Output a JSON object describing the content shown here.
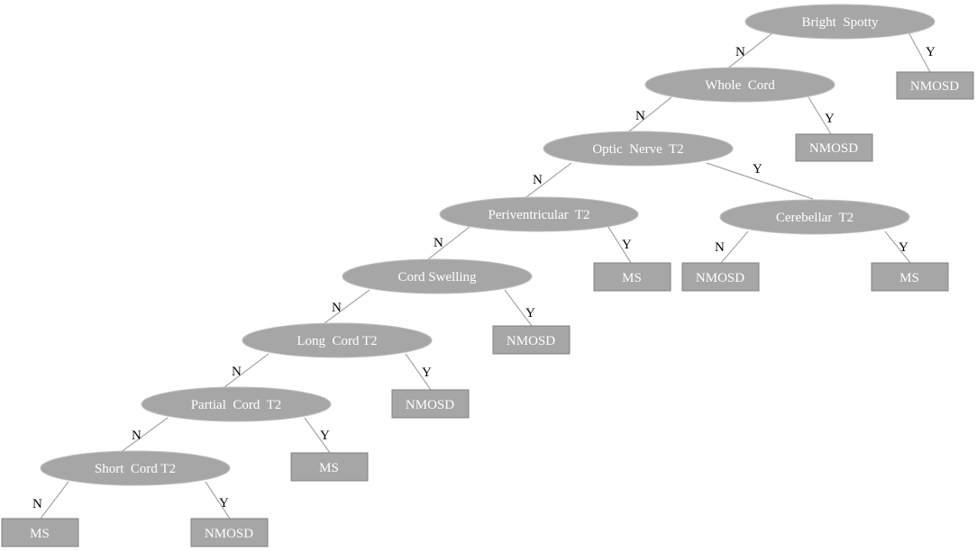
{
  "decision_nodes": {
    "bright_spotty": "Bright  Spotty",
    "whole_cord": "Whole  Cord",
    "optic_nerve_t2": "Optic  Nerve  T2",
    "periventricular_t2": "Periventricular  T2",
    "cerebellar_t2": "Cerebellar  T2",
    "cord_swelling": "Cord Swelling",
    "long_cord_t2": "Long  Cord T2",
    "partial_cord_t2": "Partial  Cord  T2",
    "short_cord_t2": "Short  Cord T2"
  },
  "leaf_nodes": {
    "bright_spotty_y": "NMOSD",
    "whole_cord_y": "NMOSD",
    "periventricular_t2_y": "MS",
    "cerebellar_t2_n": "NMOSD",
    "cerebellar_t2_y": "MS",
    "cord_swelling_y": "NMOSD",
    "long_cord_t2_y": "NMOSD",
    "partial_cord_t2_y": "MS",
    "short_cord_t2_n": "MS",
    "short_cord_t2_y": "NMOSD"
  },
  "branch_labels": {
    "no": "N",
    "yes": "Y"
  }
}
